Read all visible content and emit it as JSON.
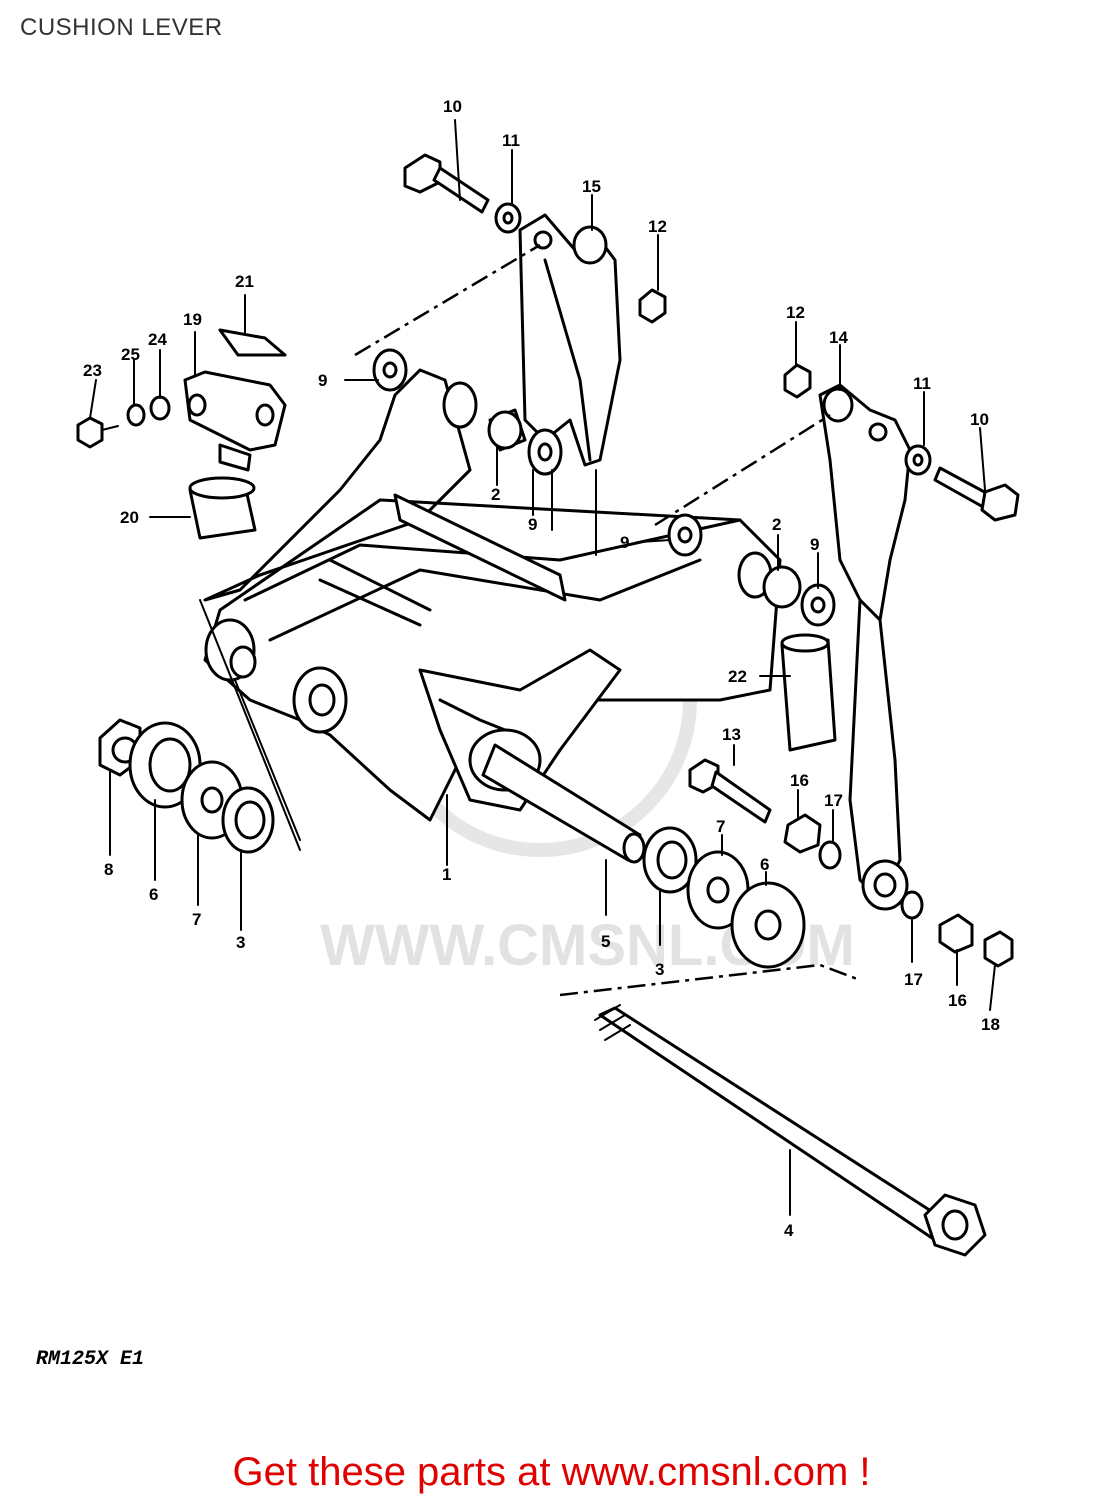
{
  "title": "CUSHION LEVER",
  "model_code": "RM125X E1",
  "footer_cta": "Get these parts at www.cmsnl.com !",
  "watermark": "WWW.CMSNL.COM",
  "colors": {
    "cta": "#e00000",
    "watermark": "#e2e2e2",
    "line": "#000000"
  },
  "callouts": {
    "c1": "1",
    "c2a": "2",
    "c2b": "2",
    "c3a": "3",
    "c3b": "3",
    "c4": "4",
    "c5": "5",
    "c6a": "6",
    "c6b": "6",
    "c7a": "7",
    "c7b": "7",
    "c8": "8",
    "c9a": "9",
    "c9b": "9",
    "c9c": "9",
    "c9d": "9",
    "c10a": "10",
    "c10b": "10",
    "c11a": "11",
    "c11b": "11",
    "c12a": "12",
    "c12b": "12",
    "c13": "13",
    "c14": "14",
    "c15": "15",
    "c16a": "16",
    "c16b": "16",
    "c17a": "17",
    "c17b": "17",
    "c18": "18",
    "c19": "19",
    "c20": "20",
    "c21": "21",
    "c22": "22",
    "c23": "23",
    "c24": "24",
    "c25": "25"
  }
}
